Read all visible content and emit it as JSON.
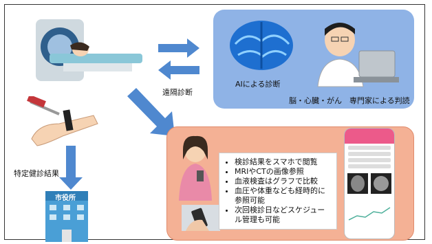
{
  "labels": {
    "ai_diagnosis": "AIによる診断",
    "specialist": "脳・心臓・がん　専門家による判読",
    "remote": "遠隔診断",
    "checkup_results": "特定健診結果",
    "city_hall_sign": "市役所"
  },
  "bullets": [
    "検診結果をスマホで閲覧",
    "MRIやCTの画像参照",
    "血液検査はグラフで比較",
    "血圧や体重なども経時的に参照可能",
    "次回検診日などスケジュール管理も可能"
  ],
  "colors": {
    "ai_panel": "#8fb3e6",
    "app_panel": "#f4b195",
    "arrow": "#4f88cf"
  }
}
